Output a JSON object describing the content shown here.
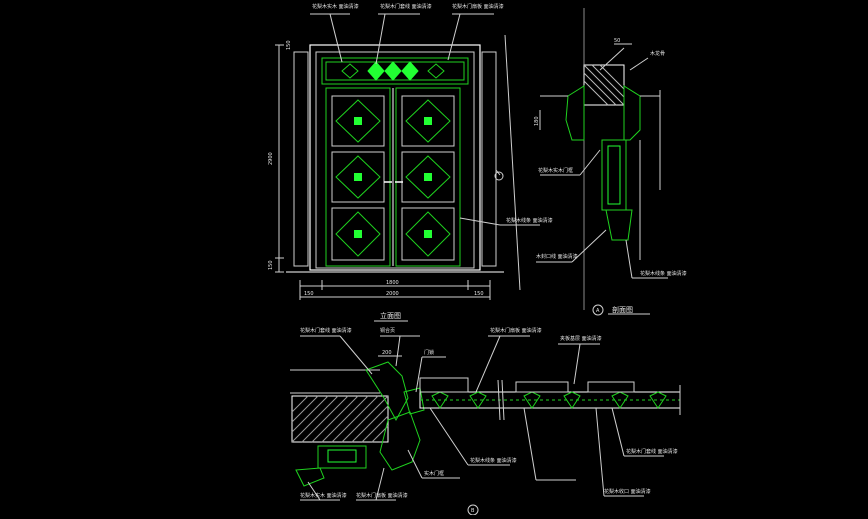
{
  "drawing": {
    "elevation_title": "立面图",
    "section_title": "剖面图",
    "section_marker": "A",
    "bottom_marker": "B",
    "elevation_height_total": "2900",
    "elevation_height_bottom": "150",
    "elevation_height_top": "150",
    "dim_inner_width": "1800",
    "dim_total_width": "2000",
    "dim_left_margin": "150",
    "dim_right_margin": "150",
    "side_section_top": "50",
    "side_section_dim": "180",
    "plan_dim_top": "200",
    "notes_elevation": [
      "花梨木实木 面油清漆",
      "花梨木门套线 面油清漆",
      "花梨木门扇板 面油清漆",
      "花梨木线条 面油清漆"
    ],
    "notes_side": [
      "木龙骨",
      "花梨木实木门框",
      "木封口线 面油清漆",
      "花梨木线条 面油清漆"
    ],
    "notes_plan": [
      "花梨木门套线 面油清漆",
      "铜合页",
      "门锁",
      "花梨木门扇板 面油清漆",
      "夹板基层 面油清漆",
      "花梨木线条 面油清漆",
      "实木门框",
      "花梨木门扇板 面油清漆",
      "花梨木实木 面油清漆",
      "花梨木收口 面油清漆",
      "花梨木门套线 面油清漆"
    ]
  }
}
